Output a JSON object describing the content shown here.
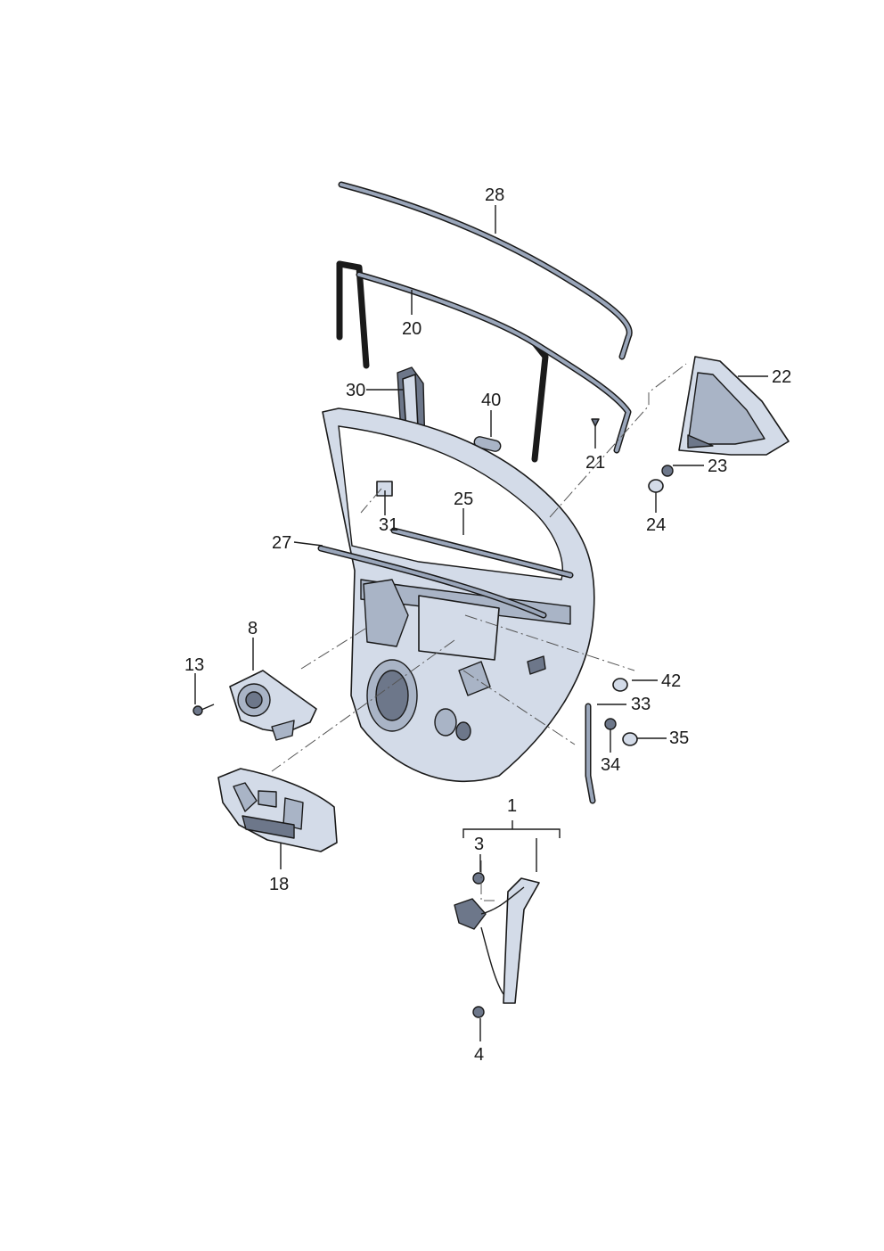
{
  "callouts": {
    "c1": "1",
    "c3": "3",
    "c4": "4",
    "c8": "8",
    "c13": "13",
    "c18": "18",
    "c20": "20",
    "c21": "21",
    "c22": "22",
    "c23": "23",
    "c24": "24",
    "c25": "25",
    "c27": "27",
    "c28": "28",
    "c30": "30",
    "c31": "31",
    "c33": "33",
    "c34": "34",
    "c35": "35",
    "c40": "40",
    "c42": "42"
  },
  "colors": {
    "part_fill": "#d3dbe8",
    "part_shade": "#a9b4c6",
    "part_dark": "#6d778a",
    "ink": "#1a1a1a"
  }
}
